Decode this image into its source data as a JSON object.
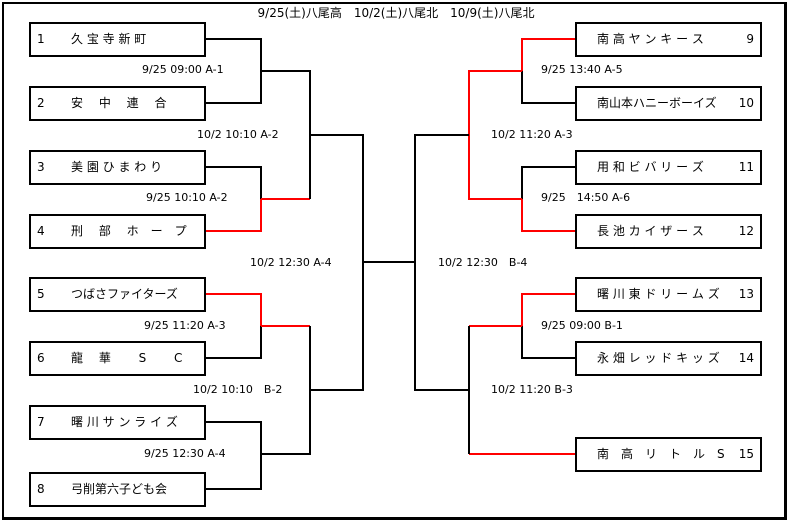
{
  "header": {
    "schedule": "9/25(土)八尾高　10/2(土)八尾北　10/9(土)八尾北"
  },
  "colors": {
    "line": "#000000",
    "highlight": "#ff0000",
    "background": "#ffffff"
  },
  "teams_left": [
    {
      "seed": "1",
      "name": "久 宝 寺 新 町"
    },
    {
      "seed": "2",
      "name": "安　 中 　連 　合"
    },
    {
      "seed": "3",
      "name": "美 園 ひ ま わ り"
    },
    {
      "seed": "4",
      "name": "刑　 部　 ホ　ー　プ"
    },
    {
      "seed": "5",
      "name": "つばさファイターズ"
    },
    {
      "seed": "6",
      "name": "龍　 華 　　S 　　C"
    },
    {
      "seed": "7",
      "name": "曙 川 サ ン ラ イ ズ"
    },
    {
      "seed": "8",
      "name": "弓削第六子ども会"
    }
  ],
  "teams_right": [
    {
      "seed": "9",
      "name": "南 高 ヤ ン キ ー ス"
    },
    {
      "seed": "10",
      "name": "南山本ハニーボーイズ"
    },
    {
      "seed": "11",
      "name": "用 和 ビ バ リ ー ズ"
    },
    {
      "seed": "12",
      "name": "長 池 カ イ ザ ー ス"
    },
    {
      "seed": "13",
      "name": "曙 川 東 ド リ ー ム ズ"
    },
    {
      "seed": "14",
      "name": "永 畑 レ ッ ド キ ッ ズ"
    },
    {
      "seed": "15",
      "name": "南　高　リ　ト　ル　S"
    }
  ],
  "matches": {
    "a1": "9/25 09:00 A-1",
    "a2": "9/25 10:10 A-2",
    "a3": "9/25 11:20 A-3",
    "a4": "9/25 12:30 A-4",
    "a5": "9/25 13:40 A-5",
    "a6": "9/25　14:50 A-6",
    "b1": "9/25 09:00 B-1",
    "r2_a2": "10/2 10:10 A-2",
    "r2_b2": "10/2 10:10　B-2",
    "r2_a3": "10/2 11:20 A-3",
    "r2_b3": "10/2 11:20 B-3",
    "sf_a4": "10/2 12:30 A-4",
    "sf_b4": "10/2 12:30　B-4"
  }
}
